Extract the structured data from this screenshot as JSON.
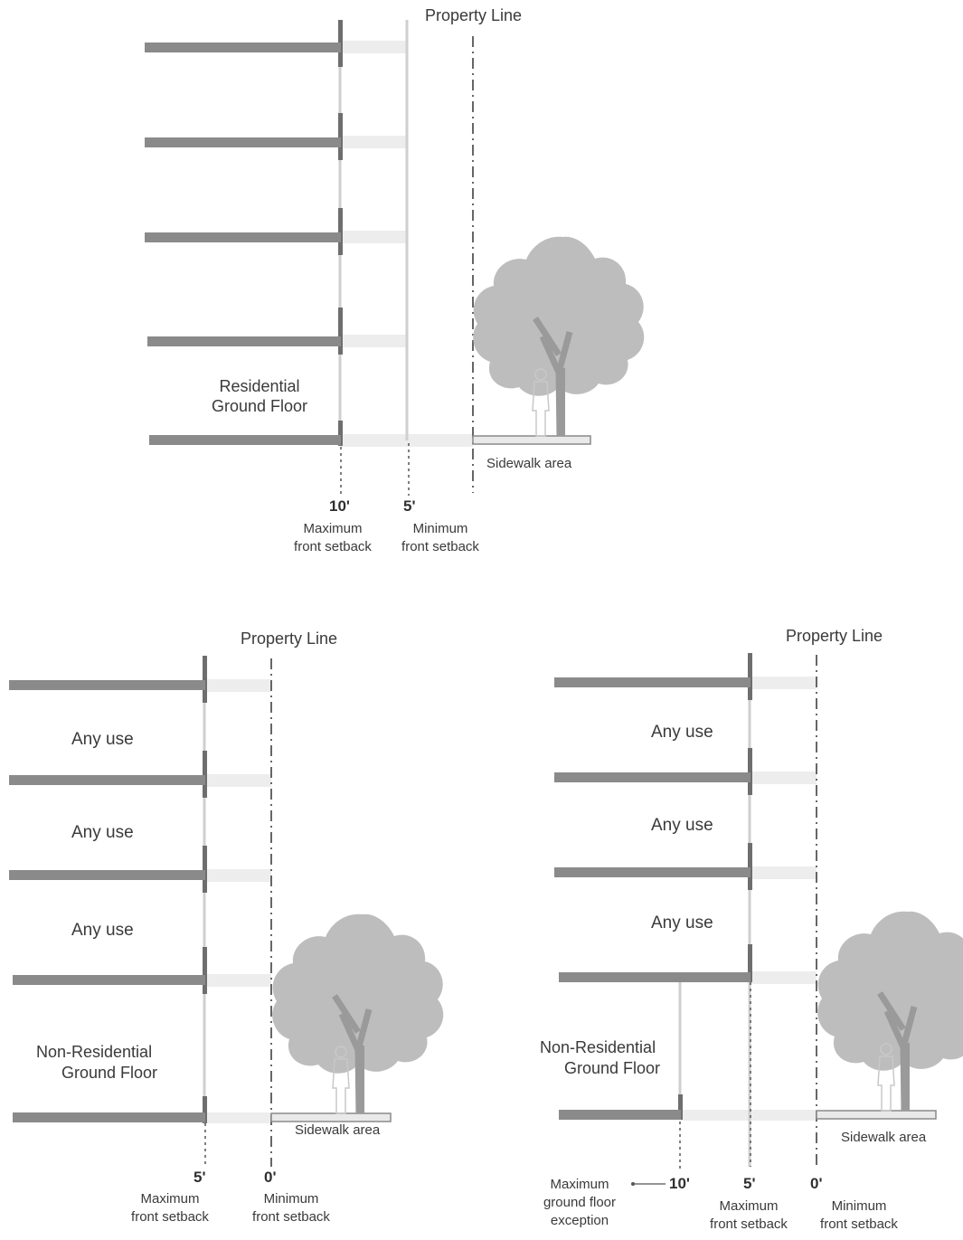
{
  "diagrams": {
    "residential": {
      "property_line": "Property Line",
      "floor_label": [
        "Residential",
        "Ground Floor"
      ],
      "sidewalk": "Sidewalk area",
      "max_dim": "10'",
      "max_caption": [
        "Maximum",
        "front setback"
      ],
      "min_dim": "5'",
      "min_caption": [
        "Minimum",
        "front setback"
      ]
    },
    "non_residential_left": {
      "property_line": "Property Line",
      "uses": [
        "Any use",
        "Any use",
        "Any use"
      ],
      "floor_label": [
        "Non-Residential",
        "Ground Floor"
      ],
      "sidewalk": "Sidewalk area",
      "max_dim": "5'",
      "max_caption": [
        "Maximum",
        "front setback"
      ],
      "min_dim": "0'",
      "min_caption": [
        "Minimum",
        "front setback"
      ]
    },
    "non_residential_right": {
      "property_line": "Property Line",
      "uses": [
        "Any use",
        "Any use",
        "Any use"
      ],
      "floor_label": [
        "Non-Residential",
        "Ground Floor"
      ],
      "sidewalk": "Sidewalk area",
      "exception_caption": [
        "Maximum",
        "ground floor",
        "exception"
      ],
      "exception_dim": "10'",
      "max_dim": "5'",
      "max_caption": [
        "Maximum",
        "front setback"
      ],
      "min_dim": "0'",
      "min_caption": [
        "Minimum",
        "front setback"
      ]
    }
  },
  "colors": {
    "slab": "#8a8a8a",
    "wall": "#6e6e6e",
    "tree": "#bdbdbd",
    "trunk": "#9a9a9a",
    "dash": "#555555",
    "zone": "#e9e9e9"
  }
}
